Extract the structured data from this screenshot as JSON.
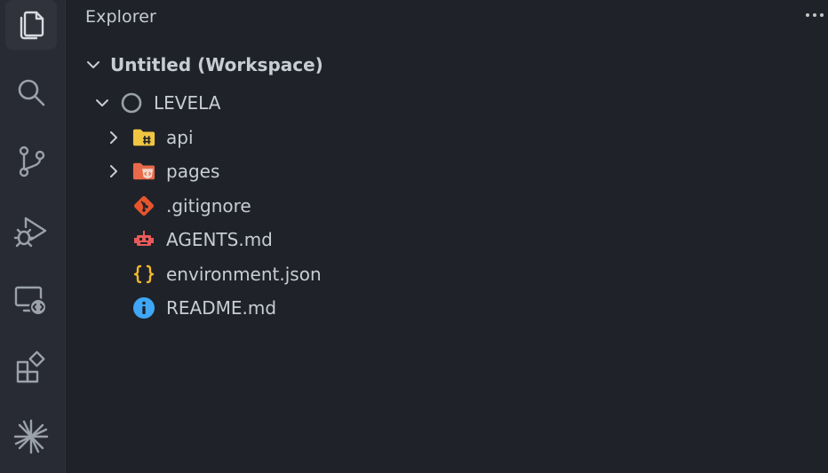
{
  "explorer": {
    "title": "Explorer",
    "more_actions_label": "···"
  },
  "activity_bar": {
    "items": [
      {
        "name": "explorer",
        "icon": "files-icon",
        "active": true
      },
      {
        "name": "search",
        "icon": "search-icon",
        "active": false
      },
      {
        "name": "source-control",
        "icon": "source-control-icon",
        "active": false
      },
      {
        "name": "run-and-debug",
        "icon": "run-debug-icon",
        "active": false
      },
      {
        "name": "remote-explorer",
        "icon": "remote-explorer-icon",
        "active": false
      },
      {
        "name": "extensions",
        "icon": "extensions-icon",
        "active": false
      },
      {
        "name": "ai-assistant",
        "icon": "sparkle-icon",
        "active": false
      }
    ]
  },
  "tree": {
    "workspace": {
      "label": "Untitled (Workspace)",
      "expanded": true
    },
    "root": {
      "label": "LEVELA",
      "expanded": true
    },
    "items": [
      {
        "label": "api",
        "type": "folder",
        "icon": "folder-api-icon",
        "color": "#f0c542"
      },
      {
        "label": "pages",
        "type": "folder",
        "icon": "folder-pages-icon",
        "color": "#e86a4a"
      },
      {
        "label": ".gitignore",
        "type": "file",
        "icon": "git-icon",
        "color": "#e8552d"
      },
      {
        "label": "AGENTS.md",
        "type": "file",
        "icon": "robot-icon",
        "color": "#e85a5a"
      },
      {
        "label": "environment.json",
        "type": "file",
        "icon": "json-braces-icon",
        "color": "#f5b82e"
      },
      {
        "label": "README.md",
        "type": "file",
        "icon": "info-icon",
        "color": "#3fa7f5"
      }
    ]
  },
  "colors": {
    "background": "#1f2229",
    "activity_bar": "#282b33",
    "text": "#c8ccd4",
    "icon": "#9ba1aa"
  }
}
